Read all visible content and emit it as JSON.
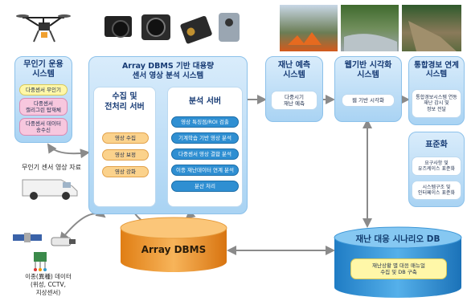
{
  "drone_ops": {
    "title": "무인기 운용\n시스템",
    "items": [
      "다중센서 무인기",
      "다중센서\n캘리그린 탑재체",
      "다중센서 데이터\n송수신"
    ]
  },
  "array_dbms_system": {
    "title": "Array DBMS 기반 대용량\n센서 영상 분석 시스템",
    "collect": {
      "title": "수집 및\n전처리 서버",
      "items": [
        "영상 수집",
        "영상 보정",
        "영상 강화"
      ]
    },
    "analysis": {
      "title": "분석 서버",
      "items": [
        "영상 특징점/ROI 검출",
        "기계학습 기반 영상 분석",
        "다중센서 영상 결합 분석",
        "이종 재난데이터 연계 분석",
        "분산 처리"
      ]
    },
    "db_label": "Array DBMS"
  },
  "disaster_predict": {
    "title": "재난 예측\n시스템",
    "item": "다중시기\n재난 예측"
  },
  "web_viz": {
    "title": "웹기반 시각화\n시스템",
    "item": "웹 기반 시각화"
  },
  "integrated_alert": {
    "title": "통합경보 연계\n시스템",
    "item": "통합경보시스템 연동\n재난 감시 및\n정보 전달"
  },
  "standard": {
    "title": "표준화",
    "items": [
      "요구사항 및\n유즈케이스 표준화",
      "시스템구조 및\n인터페이스 표준화"
    ]
  },
  "scenario_db": {
    "title": "재난 대응 시나리오 DB",
    "item": "재난상황 별 대응 매뉴얼\n수집 및 DB 구축"
  },
  "labels": {
    "drone_sensor_image": "무인기 센서 영상 자료",
    "heterogeneous_data": "이종(異種) 데이터\n(위성, CCTV,\n지상센서)"
  },
  "colors": {
    "accent_blue": "#2f8fd2",
    "panel_blue": "#a9d3f3",
    "db_orange": "#f39a2e",
    "db_blue": "#2f95dc"
  }
}
